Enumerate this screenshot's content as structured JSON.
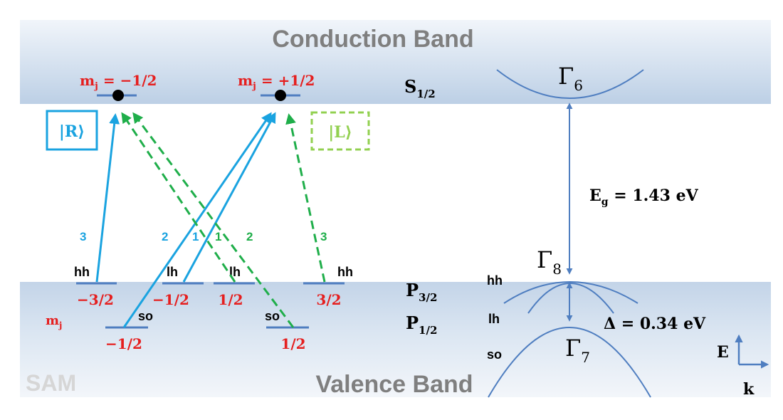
{
  "bands": {
    "conduction_title": "Conduction Band",
    "valence_title": "Valence Band",
    "sam_label": "SAM"
  },
  "levels": {
    "top_mj_left_prefix": "m",
    "top_mj_left_sub": "j",
    "top_mj_left_value": " = −1/2",
    "top_mj_right_prefix": "m",
    "top_mj_right_sub": "j",
    "top_mj_right_value": " = +1/2",
    "s_state_main": "S",
    "s_state_sub": "1/2",
    "p32_main": "P",
    "p32_sub": "3/2",
    "p12_main": "P",
    "p12_sub": "1/2",
    "mj_prefix": "m",
    "mj_sub": "j",
    "hh_left": "hh",
    "hh_right": "hh",
    "lh_left": "lh",
    "lh_right": "lh",
    "so_left": "so",
    "so_right": "so",
    "val_hh_left": "−3/2",
    "val_lh_left": "−1/2",
    "val_lh_right": "1/2",
    "val_hh_right": "3/2",
    "val_so_left": "−1/2",
    "val_so_right": "1/2"
  },
  "polarization": {
    "right": "|R⟩",
    "left": "|L⟩"
  },
  "transition_weights": {
    "blue_hh": "3",
    "blue_lh": "2",
    "blue_so": "1",
    "green_so": "1",
    "green_lh": "2",
    "green_hh": "3"
  },
  "band_structure": {
    "gamma6_main": "Γ",
    "gamma6_sub": "6",
    "gamma8_main": "Γ",
    "gamma8_sub": "8",
    "gamma7_main": "Γ",
    "gamma7_sub": "7",
    "eg_main": "E",
    "eg_sub": "g",
    "eg_value": " = 1.43 eV",
    "delta_label": "Δ = 0.34 eV",
    "hh": "hh",
    "lh": "lh",
    "so": "so",
    "axis_e": "E",
    "axis_k": "k"
  },
  "colors": {
    "band_fill": "#c5d6ea",
    "band_title": "#7f7f7f",
    "sam_text": "#d6d6d6",
    "level_line": "#4f7ec0",
    "electron": "#000000",
    "label_red": "#e51f1f",
    "sigma_plus": "#1aa3e0",
    "sigma_minus": "#1fae4a",
    "r_box": "#1aa3e0",
    "l_box": "#92d050",
    "band_curve": "#4f7ec0"
  }
}
